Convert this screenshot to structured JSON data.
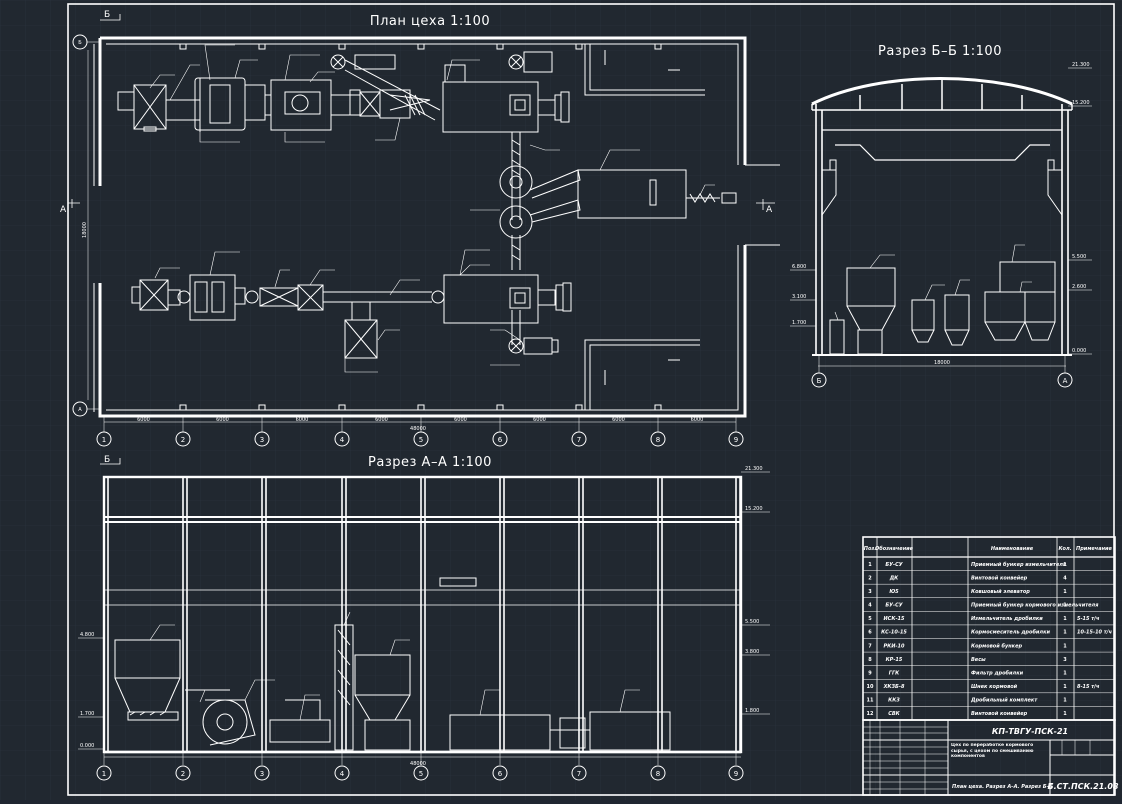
{
  "titles": {
    "plan": "План цеха 1:100",
    "section_bb": "Разрез Б–Б 1:100",
    "section_aa": "Разрез А–А 1:100"
  },
  "section_marks": {
    "b_top": "Б",
    "b_bottom": "Б",
    "a_left": "А",
    "a_right": "А"
  },
  "plan": {
    "rows": [
      "Б",
      "А"
    ],
    "columns": [
      "1",
      "2",
      "3",
      "4",
      "5",
      "6",
      "7",
      "8",
      "9"
    ],
    "spans": [
      "6000",
      "6000",
      "6000",
      "6000",
      "6000",
      "6000",
      "6000",
      "6000"
    ],
    "total_length": "48000",
    "width": "18000"
  },
  "section_bb": {
    "marks": [
      "21.300",
      "15.200",
      "6.800",
      "5.500",
      "3.100",
      "2.600",
      "1.700",
      "0.000"
    ],
    "width": "18000",
    "axes": [
      "Б",
      "А"
    ]
  },
  "section_aa": {
    "marks_left": [
      "4.800",
      "1.700",
      "0.000"
    ],
    "marks_right": [
      "21.300",
      "15.200",
      "5.500",
      "3.800",
      "1.800"
    ],
    "axes": [
      "1",
      "2",
      "3",
      "4",
      "5",
      "6",
      "7",
      "8",
      "9"
    ],
    "total_length": "48000"
  },
  "spec_table": {
    "headers": [
      "Поз.",
      "Обозначение",
      "Наименование",
      "Кол.",
      "Примечание"
    ],
    "rows": [
      {
        "pos": "1",
        "code": "БУ-СУ",
        "name": "Приемный бункер измельчителя",
        "qty": "1",
        "note": ""
      },
      {
        "pos": "2",
        "code": "ДК",
        "name": "Винтовой конвейер",
        "qty": "4",
        "note": ""
      },
      {
        "pos": "3",
        "code": "Ю5",
        "name": "Ковшовый элеватор",
        "qty": "1",
        "note": ""
      },
      {
        "pos": "4",
        "code": "БУ-СУ",
        "name": "Приемный бункер кормового измельчителя",
        "qty": "1",
        "note": ""
      },
      {
        "pos": "5",
        "code": "ИСК-15",
        "name": "Измельчитель дробилки",
        "qty": "1",
        "note": "5-15 т/ч"
      },
      {
        "pos": "6",
        "code": "КС-10-15",
        "name": "Кормосмеситель дробилки",
        "qty": "1",
        "note": "10-15-10 т/ч"
      },
      {
        "pos": "7",
        "code": "РКИ-10",
        "name": "Кормовой бункер",
        "qty": "1",
        "note": ""
      },
      {
        "pos": "8",
        "code": "КР-15",
        "name": "Весы",
        "qty": "3",
        "note": ""
      },
      {
        "pos": "9",
        "code": "ГГК",
        "name": "Фильтр дробилки",
        "qty": "1",
        "note": ""
      },
      {
        "pos": "10",
        "code": "ХКЗБ-8",
        "name": "Шнек кормовой",
        "qty": "1",
        "note": "8-15 т/ч"
      },
      {
        "pos": "11",
        "code": "ККЗ",
        "name": "Дробильный комплект",
        "qty": "1",
        "note": ""
      },
      {
        "pos": "12",
        "code": "СВК",
        "name": "Винтовой конвейер",
        "qty": "1",
        "note": ""
      }
    ]
  },
  "title_block": {
    "code": "КП-ТВГУ-ПСК-21",
    "doc_number": "Б.СТ.ПСК.21.08",
    "sheet_title": "План цеха. Разрез А–А. Разрез Б–Б",
    "project": "Цех по переработке кормового сырья, с цехом по смешиванию компонентов"
  },
  "colors": {
    "background": "#212830",
    "grid": "#2c3440",
    "lines": "#ffffff"
  }
}
